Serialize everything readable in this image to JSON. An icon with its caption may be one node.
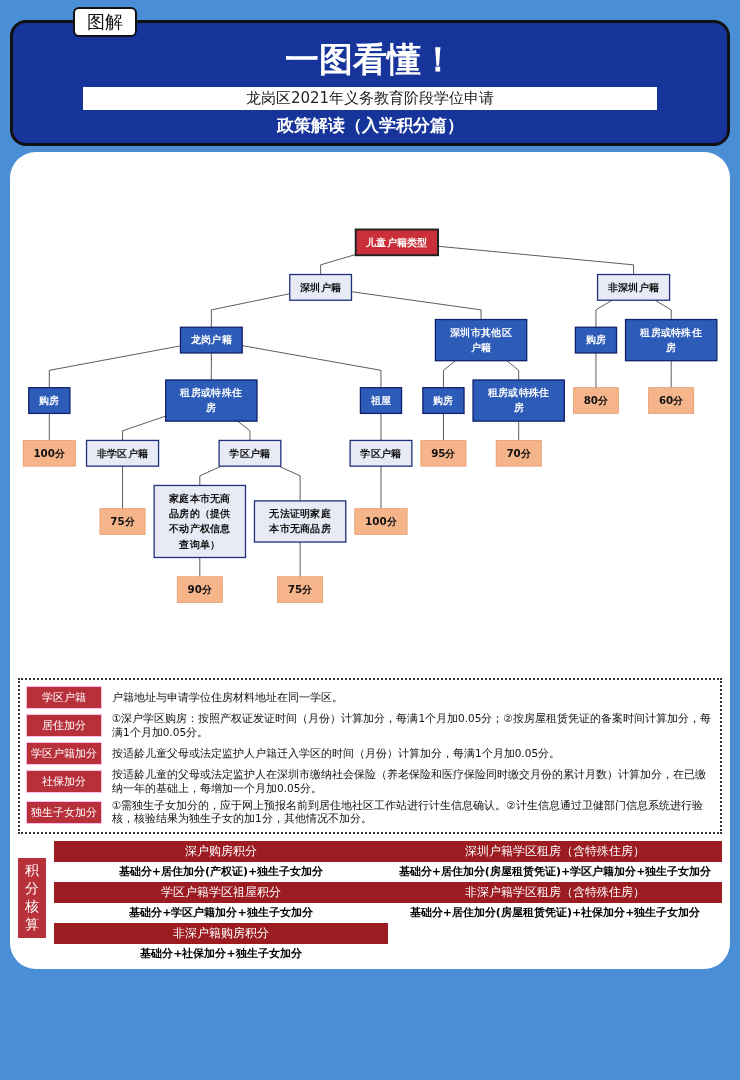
{
  "diagram": {
    "title": "一图看懂！",
    "nodes": [
      {
        "text": [
          "儿童户籍类型"
        ]
      },
      {
        "text": [
          "深圳户籍"
        ]
      },
      {
        "text": [
          "非深圳户籍"
        ]
      },
      {
        "text": [
          "龙岗户籍"
        ]
      },
      {
        "text": [
          "深圳市其他区户籍"
        ]
      },
      {
        "text": [
          "购房"
        ]
      },
      {
        "text": [
          "租房或特殊住房"
        ]
      },
      {
        "text": [
          "祖屋"
        ]
      },
      {
        "text": [
          "购房"
        ]
      },
      {
        "text": [
          "租房或特殊住房"
        ]
      },
      {
        "text": [
          "购房"
        ]
      },
      {
        "text": [
          "租房或特殊住房"
        ]
      },
      {
        "text": [
          "100分"
        ]
      },
      {
        "text": [
          "非学区户籍"
        ]
      },
      {
        "text": [
          "学区户籍"
        ]
      },
      {
        "text": [
          "学区户籍"
        ]
      },
      {
        "text": [
          "95分"
        ]
      },
      {
        "text": [
          "70分"
        ]
      },
      {
        "text": [
          "80分"
        ]
      },
      {
        "text": [
          "60分"
        ]
      },
      {
        "text": [
          "75分"
        ]
      },
      {
        "text": [
          "家庭本市无商品房的（提供不动产权信息查询单）"
        ]
      },
      {
        "text": [
          "无法证明家庭本市无商品房"
        ]
      },
      {
        "text": [
          "100分"
        ]
      },
      {
        "text": [
          "90分"
        ]
      },
      {
        "text": [
          "75分"
        ]
      }
    ],
    "edges": [
      {
        "from": 0,
        "to": 1,
        "arrow": "none"
      },
      {
        "from": 0,
        "to": 2,
        "arrow": "none"
      },
      {
        "from": 1,
        "to": 3,
        "arrow": "none"
      },
      {
        "from": 1,
        "to": 4,
        "arrow": "none"
      },
      {
        "from": 3,
        "to": 5,
        "arrow": "none"
      },
      {
        "from": 3,
        "to": 6,
        "arrow": "none"
      },
      {
        "from": 3,
        "to": 7,
        "arrow": "none"
      },
      {
        "from": 4,
        "to": 8,
        "arrow": "none"
      },
      {
        "from": 4,
        "to": 9,
        "arrow": "none"
      },
      {
        "from": 2,
        "to": 10,
        "arrow": "none"
      },
      {
        "from": 2,
        "to": 11,
        "arrow": "none"
      },
      {
        "from": 5,
        "to": 12,
        "arrow": "none"
      },
      {
        "from": 6,
        "to": 13,
        "arrow": "none"
      },
      {
        "from": 6,
        "to": 14,
        "arrow": "none"
      },
      {
        "from": 7,
        "to": 15,
        "arrow": "none"
      },
      {
        "from": 8,
        "to": 16,
        "arrow": "none"
      },
      {
        "from": 9,
        "to": 17,
        "arrow": "none"
      },
      {
        "from": 10,
        "to": 18,
        "arrow": "none"
      },
      {
        "from": 11,
        "to": 19,
        "arrow": "none"
      },
      {
        "from": 13,
        "to": 20,
        "arrow": "none"
      },
      {
        "from": 14,
        "to": 21,
        "arrow": "none"
      },
      {
        "from": 14,
        "to": 22,
        "arrow": "none"
      },
      {
        "from": 15,
        "to": 23,
        "arrow": "none"
      },
      {
        "from": 21,
        "to": 24,
        "arrow": "none"
      },
      {
        "from": 22,
        "to": 25,
        "arrow": "none"
      }
    ],
    "labels": [
      "图解",
      "龙岗区2021年义务教育阶段学位申请",
      "政策解读（入学积分篇）",
      "学区户籍",
      "户籍地址与申请学位住房材料地址在同一学区。",
      "居住加分",
      "①深户学区购房：按照产权证发证时间（月份）计算加分，每满1个月加0.05分；②按房屋租赁凭证的备案时间计算加分，每满1个月加0.05分。",
      "学区户籍加分",
      "按适龄儿童父母或法定监护人户籍迁入学区的时间（月份）计算加分，每满1个月加0.05分。",
      "社保加分",
      "按适龄儿童的父母或法定监护人在深圳市缴纳社会保险（养老保险和医疗保险同时缴交月份的累计月数）计算加分，在已缴纳一年的基础上，每增加一个月加0.05分。",
      "独生子女加分",
      "①需独生子女加分的，应于网上预报名前到居住地社区工作站进行计生信息确认。②计生信息通过卫健部门信息系统进行验核，核验结果为独生子女的加1分，其他情况不加分。",
      "积分核算",
      "深户购房积分",
      "基础分+居住加分(产权证)+独生子女加分",
      "学区户籍学区祖屋积分",
      "基础分+学区户籍加分+独生子女加分",
      "非深户籍购房积分",
      "基础分+社保加分+独生子女加分",
      "深圳户籍学区租房（含特殊住房）",
      "基础分+居住加分(房屋租赁凭证)+学区户籍加分+独生子女加分",
      "非深户籍学区租房（含特殊住房）",
      "基础分+居住加分(房屋租赁凭证)+社保加分+独生子女加分"
    ]
  }
}
